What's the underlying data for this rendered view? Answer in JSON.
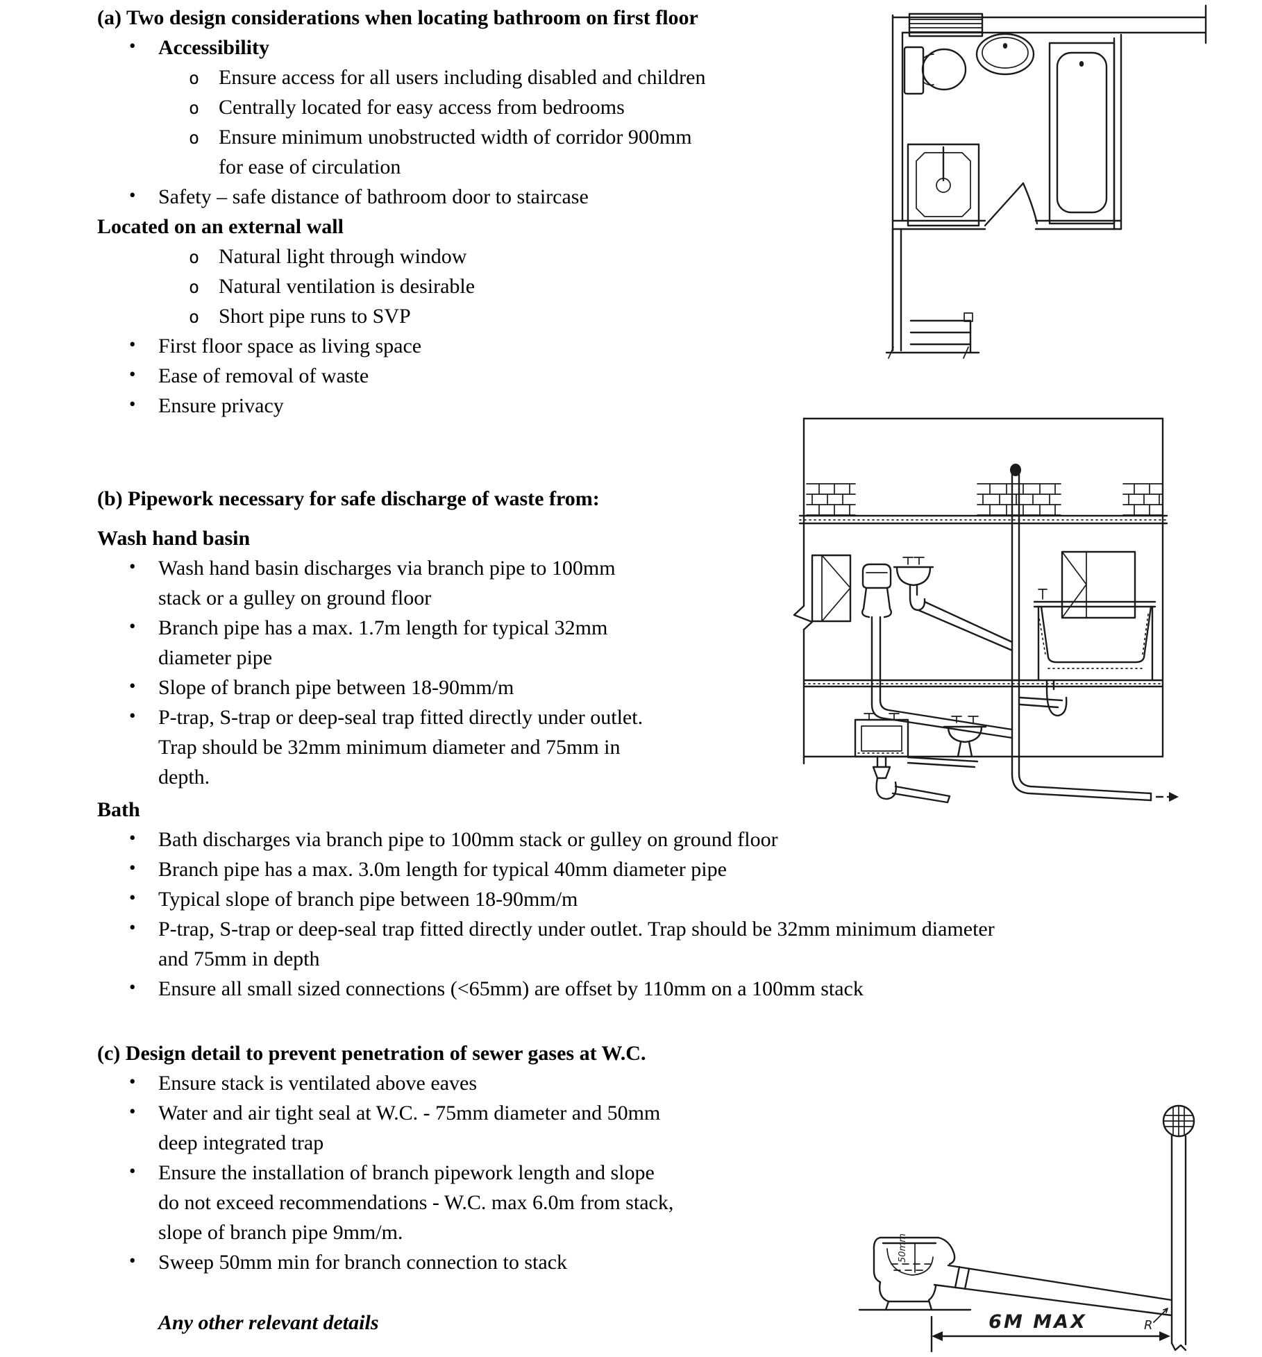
{
  "markers": {
    "level1": "•",
    "level2": "o"
  },
  "section_a": {
    "heading": "(a) Two design considerations when locating bathroom on first floor",
    "items": [
      {
        "text": "Accessibility"
      },
      {
        "text": "Ensure access for all users including disabled and children"
      },
      {
        "text": "Centrally located for easy access from bedrooms"
      },
      {
        "text": "Ensure minimum unobstructed width of corridor 900mm for ease of circulation"
      },
      {
        "text": "Safety – safe distance of bathroom door to staircase"
      },
      {
        "text": "Located on an external wall"
      },
      {
        "text": "Natural light through window"
      },
      {
        "text": "Natural ventilation is desirable"
      },
      {
        "text": "Short pipe runs to SVP"
      },
      {
        "text": "First floor space as living space"
      },
      {
        "text": "Ease of removal of waste"
      },
      {
        "text": "Ensure privacy"
      }
    ]
  },
  "section_b": {
    "heading": "(b) Pipework necessary for safe discharge of waste from:",
    "wash_hand_basin": {
      "title": "Wash hand basin",
      "items": [
        {
          "text": "Wash hand basin discharges via branch pipe to 100mm stack or a gulley on ground floor"
        },
        {
          "text": "Branch pipe has a max. 1.7m length for typical 32mm diameter pipe"
        },
        {
          "text": "Slope of branch pipe between 18-90mm/m"
        },
        {
          "text": "P-trap, S-trap or deep-seal trap fitted directly under outlet. Trap should be 32mm minimum diameter and 75mm in depth."
        }
      ]
    },
    "bath": {
      "title": "Bath",
      "items": [
        {
          "text": "Bath discharges via branch pipe to 100mm stack or gulley on ground floor"
        },
        {
          "text": "Branch pipe has a max. 3.0m length for typical 40mm diameter pipe"
        },
        {
          "text": "Typical slope of branch pipe between 18-90mm/m"
        },
        {
          "text": "P-trap, S-trap or deep-seal trap fitted directly under outlet. Trap should be 32mm minimum diameter and 75mm in depth"
        },
        {
          "text": "Ensure all small sized connections (<65mm) are offset by 110mm on a 100mm stack"
        }
      ]
    }
  },
  "section_c": {
    "heading": "(c) Design detail to prevent penetration of sewer gases at W.C.",
    "items": [
      {
        "text": "Ensure stack is ventilated above eaves"
      },
      {
        "text": "Water and air tight seal at W.C. - 75mm diameter and 50mm deep integrated trap"
      },
      {
        "text": "Ensure the installation of branch pipework length and slope do not exceed recommendations - W.C. max 6.0m from stack, slope of branch pipe 9mm/m."
      },
      {
        "text": "Sweep 50mm min for branch connection to stack"
      }
    ]
  },
  "footer": {
    "note": "Any other relevant details"
  },
  "diagrams": {
    "wc_stack": {
      "dimension_label": "6M MAX",
      "sweep_label": "R",
      "trap_depth_label": "50mm"
    }
  }
}
